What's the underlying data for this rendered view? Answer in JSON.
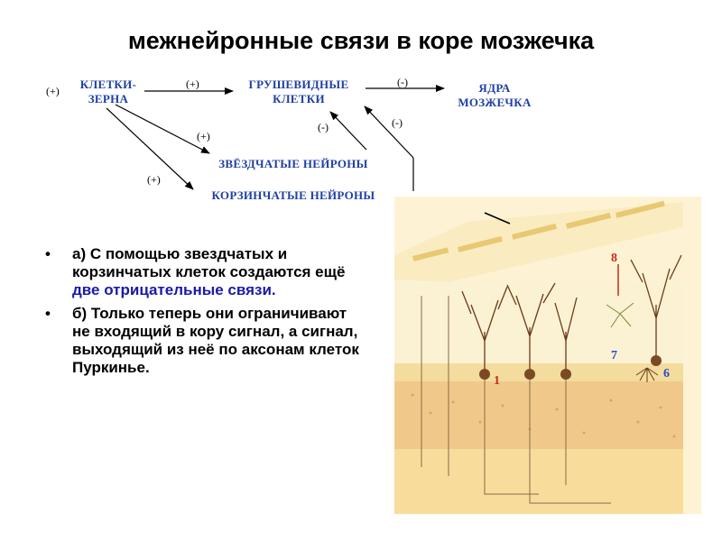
{
  "title": "межнейронные связи в коре мозжечка",
  "diagram": {
    "nodes": {
      "granule": "КЛЕТКИ-\nЗЕРНА",
      "purkinje": "ГРУШЕВИДНЫЕ\nКЛЕТКИ",
      "nuclei": "ЯДРА\nМОЗЖЕЧКА",
      "stellate": "ЗВЁЗДЧАТЫЕ НЕЙРОНЫ",
      "basket": "КОРЗИНЧАТЫЕ НЕЙРОНЫ"
    },
    "signs": {
      "input": "(+)",
      "granule_to_purkinje": "(+)",
      "purkinje_to_nuclei": "(-)",
      "granule_to_stellate": "(+)",
      "granule_to_basket": "(+)",
      "stellate_to_purkinje": "(-)",
      "basket_to_purkinje": "(-)"
    }
  },
  "bullets": {
    "a_prefix": "а) С помощью звездчатых и корзинчатых клеток создаются ещё ",
    "a_highlight": "две отрицательные связи.",
    "b_text": "б) Только теперь они ограничивают не входящий в кору сигнал, а сигнал, выходящий из неё по аксонам клеток Пуркинье."
  },
  "illustration": {
    "labels": [
      "8",
      "7",
      "6",
      "1"
    ],
    "colors": {
      "background": "#fdf3d4",
      "molecular": "#faf0c8",
      "granular": "#f0c98a",
      "white_matter": "#f7dc9c",
      "dendrites": "#6b3a1a",
      "marker_red": "#c8281e",
      "marker_blue": "#2a4cc8"
    }
  }
}
